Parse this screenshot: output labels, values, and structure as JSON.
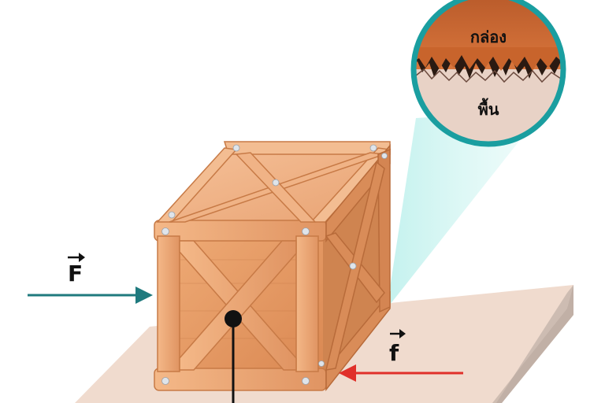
{
  "labels": {
    "box": "กล่อง",
    "floor": "พื้น",
    "applied_force": "F",
    "friction_force": "f"
  },
  "colors": {
    "applied_force_arrow": "#1f7a7e",
    "friction_arrow": "#e0302a",
    "magnifier_ring": "#1a9ea0",
    "box_surface": "#c8642c",
    "floor_surface": "#e8d2c6",
    "wood": "#e9a06a",
    "wood_dark": "#d07f4a",
    "floor_top": "#efd8cb",
    "floor_edge": "#c9b8ae"
  },
  "icons": {
    "vector_arrow_glyph": "right-arrow-overline-icon",
    "center_of_mass": "black-dot-icon"
  }
}
